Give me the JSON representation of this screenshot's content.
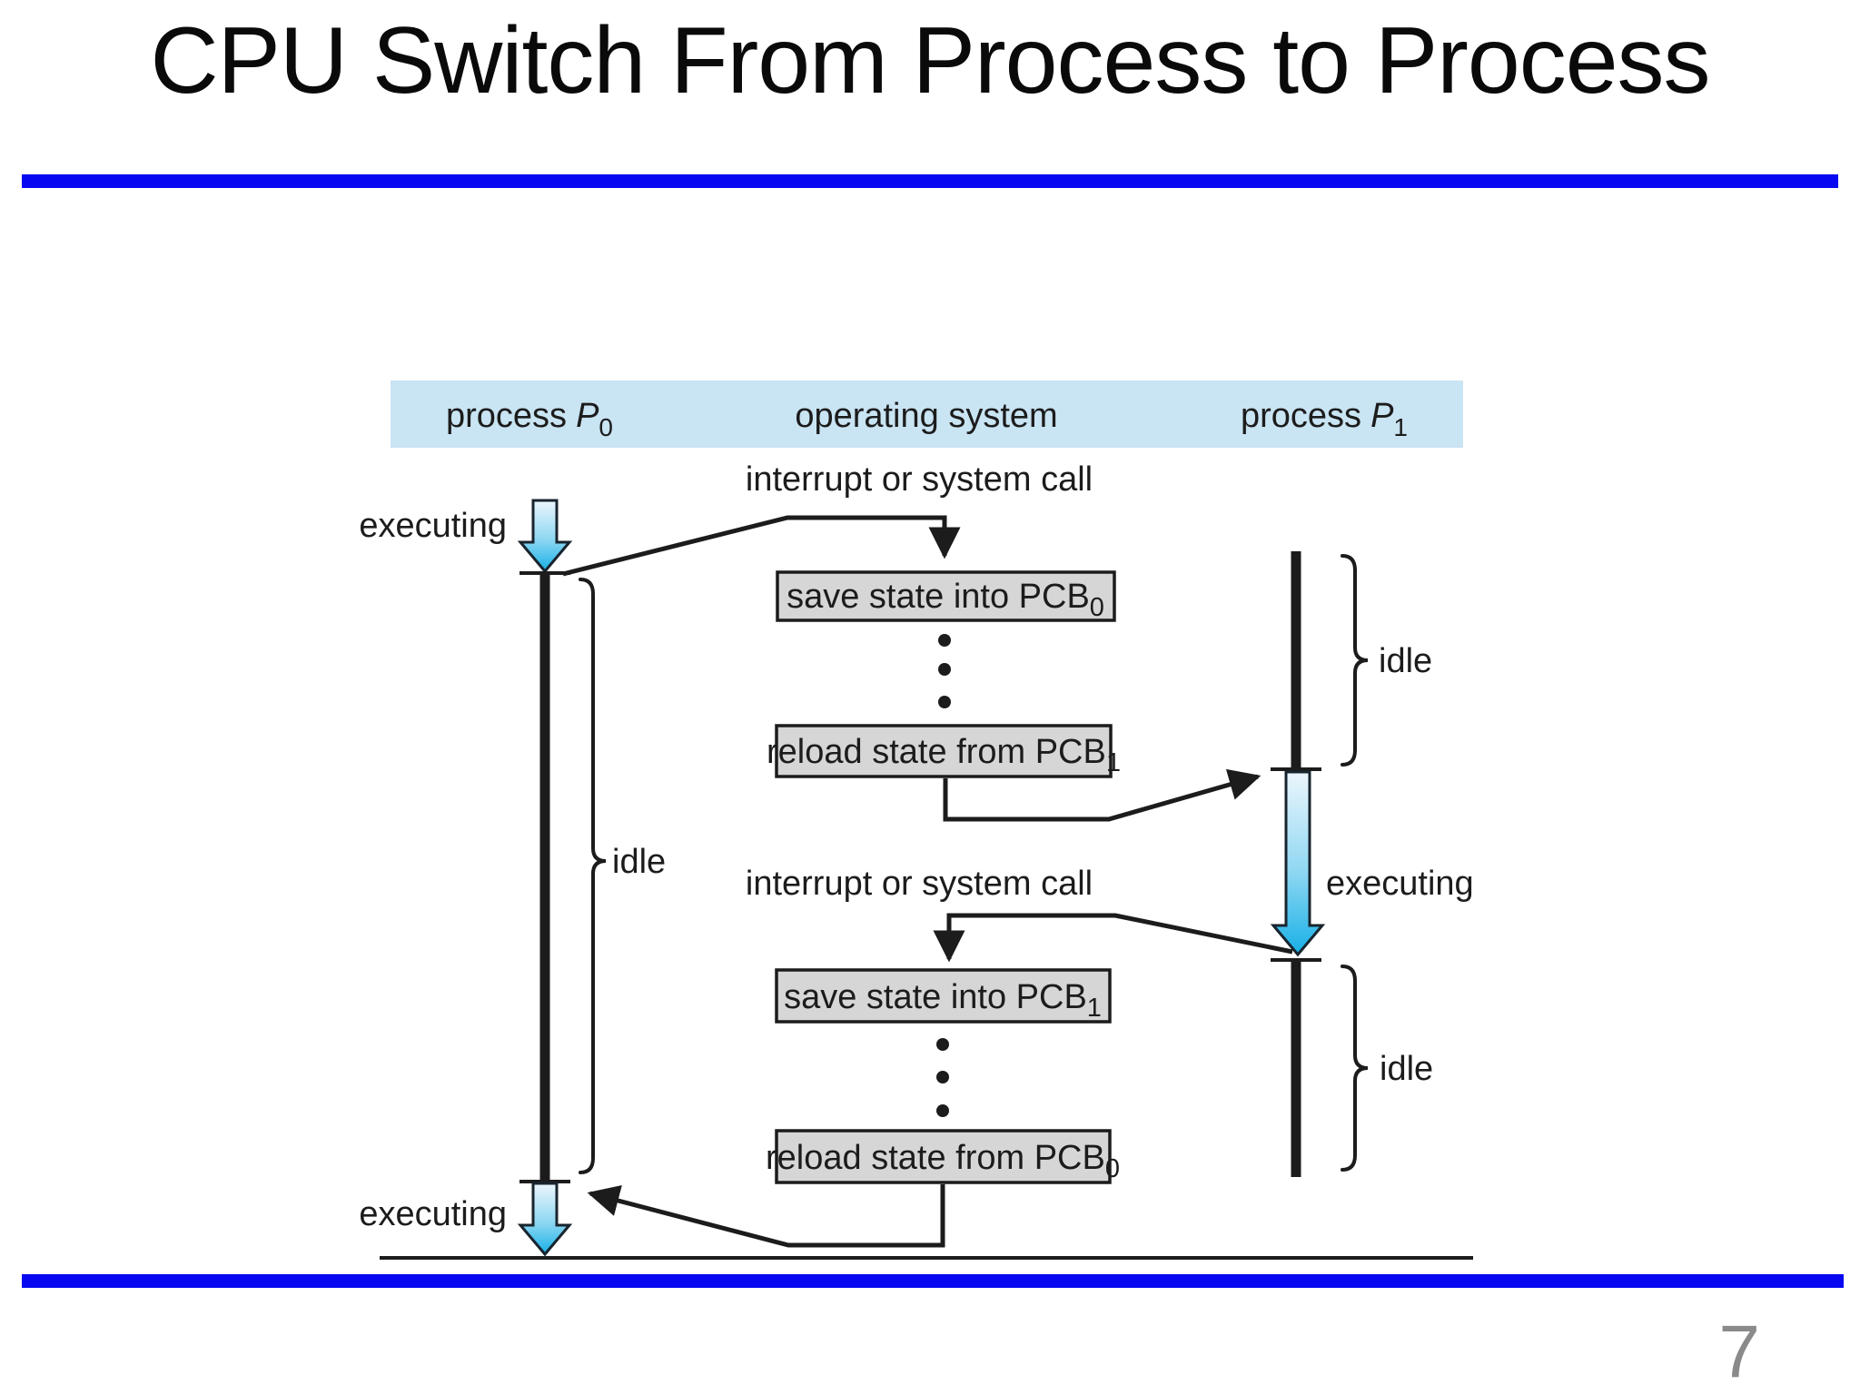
{
  "slide": {
    "title": "CPU Switch From Process to Process",
    "page_number": "7",
    "accent_rule_color": "#0707f2",
    "page_number_color": "#8a8a8a"
  },
  "diagram": {
    "header": {
      "columns": [
        {
          "text": "process",
          "var": "P",
          "sub": "0"
        },
        {
          "text": "operating system"
        },
        {
          "text": "process",
          "var": "P",
          "sub": "1"
        }
      ]
    },
    "events": {
      "top": "interrupt or system call",
      "middle": "interrupt or system call"
    },
    "boxes": [
      {
        "text": "save state into PCB",
        "sub": "0"
      },
      {
        "text": "reload state from PCB",
        "sub": "1"
      },
      {
        "text": "save state into PCB",
        "sub": "1"
      },
      {
        "text": "reload state from PCB",
        "sub": "0"
      }
    ],
    "labels": {
      "executing_p0_top": "executing",
      "executing_p1": "executing",
      "executing_p0_bottom": "executing",
      "idle_p0": "idle",
      "idle_p1_top": "idle",
      "idle_p1_bottom": "idle"
    },
    "colors": {
      "header_bg": "#c9e4f3",
      "box_fill": "#d6d6d6",
      "line_color": "#1c1c1c",
      "arrow_outline": "#18242e",
      "arrow_gradient_top": "#ecf6fc",
      "arrow_gradient_bottom": "#17b0e6"
    }
  }
}
